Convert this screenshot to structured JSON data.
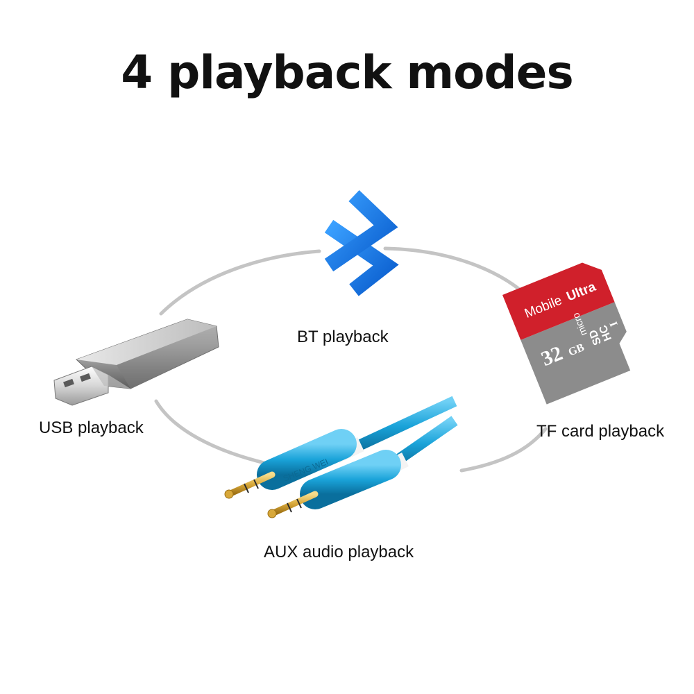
{
  "title": "4 playback modes",
  "modes": [
    {
      "key": "bt",
      "label": "BT playback",
      "icon": "bluetooth-icon"
    },
    {
      "key": "usb",
      "label": "USB playback",
      "icon": "usb-flash-drive-icon"
    },
    {
      "key": "tf",
      "label": "TF card playback",
      "icon": "microsd-card-icon"
    },
    {
      "key": "aux",
      "label": "AUX audio playback",
      "icon": "aux-cable-icon"
    }
  ],
  "card": {
    "brand_a": "Mobile",
    "brand_b": "Ultra",
    "capacity": "32",
    "capacity_unit": "GB",
    "type_a": "micro",
    "type_b": "SD",
    "type_c": "HC",
    "class_mark": "I"
  },
  "cable": {
    "brand": "SHENG WEI"
  },
  "colors": {
    "ring": "#c4c4c4",
    "bluetooth": "#1e7fe0",
    "cable": "#1aa3d9",
    "card_red": "#d0202b",
    "card_gray": "#8c8c8c",
    "gold": "#d8a83a"
  }
}
